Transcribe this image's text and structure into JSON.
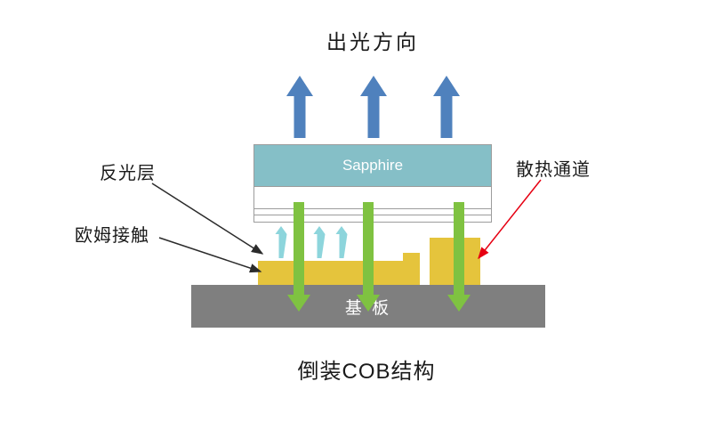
{
  "labels": {
    "light_direction": "出光方向",
    "sapphire": "Sapphire",
    "reflective_layer": "反光层",
    "ohmic_contact": "欧姆接触",
    "heat_channel": "散热通道",
    "substrate": "基 板",
    "caption": "倒装COB结构"
  },
  "colors": {
    "arrow_blue": "#4f81bd",
    "sapphire_teal": "#85bfc7",
    "arrow_green": "#7fc241",
    "arrow_cyan": "#8dd5dc",
    "layer_yellow": "#e5c43c",
    "substrate_gray": "#7f7f7f",
    "outline_gray": "#9c9c9c",
    "pointer_black": "#2b2b2b",
    "pointer_red": "#e60012",
    "text_black": "#1a1a1a",
    "text_white": "#ffffff"
  }
}
